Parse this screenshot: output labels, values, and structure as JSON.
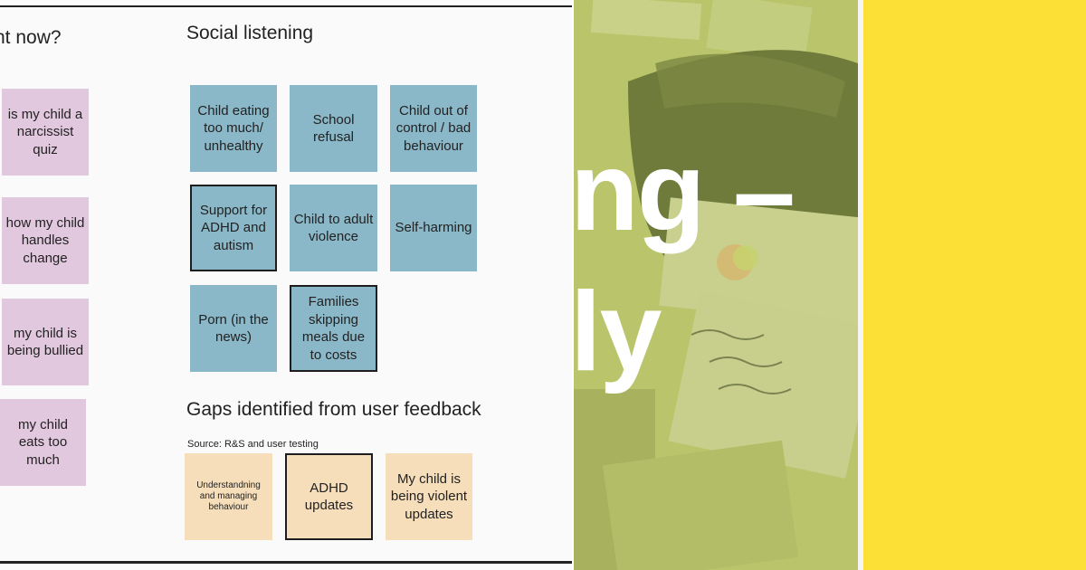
{
  "board": {
    "partial_heading": "nt now?",
    "social_heading": "Social listening",
    "gaps_heading": "Gaps identified from user feedback",
    "source_label": "Source: R&S and user testing",
    "pink_notes": [
      "is my child a narcissist quiz",
      "how my child handles change",
      "my child is being bullied",
      "my child eats too much"
    ],
    "social_notes": [
      "Child eating too much/ unhealthy",
      "School refusal",
      "Child out of control / bad behaviour",
      "Support for ADHD and autism",
      "Child to adult violence",
      "Self-harming",
      "Porn (in the news)",
      "Families skipping meals due to costs"
    ],
    "gap_notes": [
      "Understandning and managing behaviour",
      "ADHD updates",
      "My child is being violent updates"
    ]
  },
  "overlay": {
    "line1": "ng –",
    "line2": "ly"
  },
  "colors": {
    "pink": "#e2c8de",
    "blue": "#8bb8c8",
    "peach": "#f6deba",
    "photo_tint": "#b9c46b",
    "yellow": "#fde035"
  }
}
